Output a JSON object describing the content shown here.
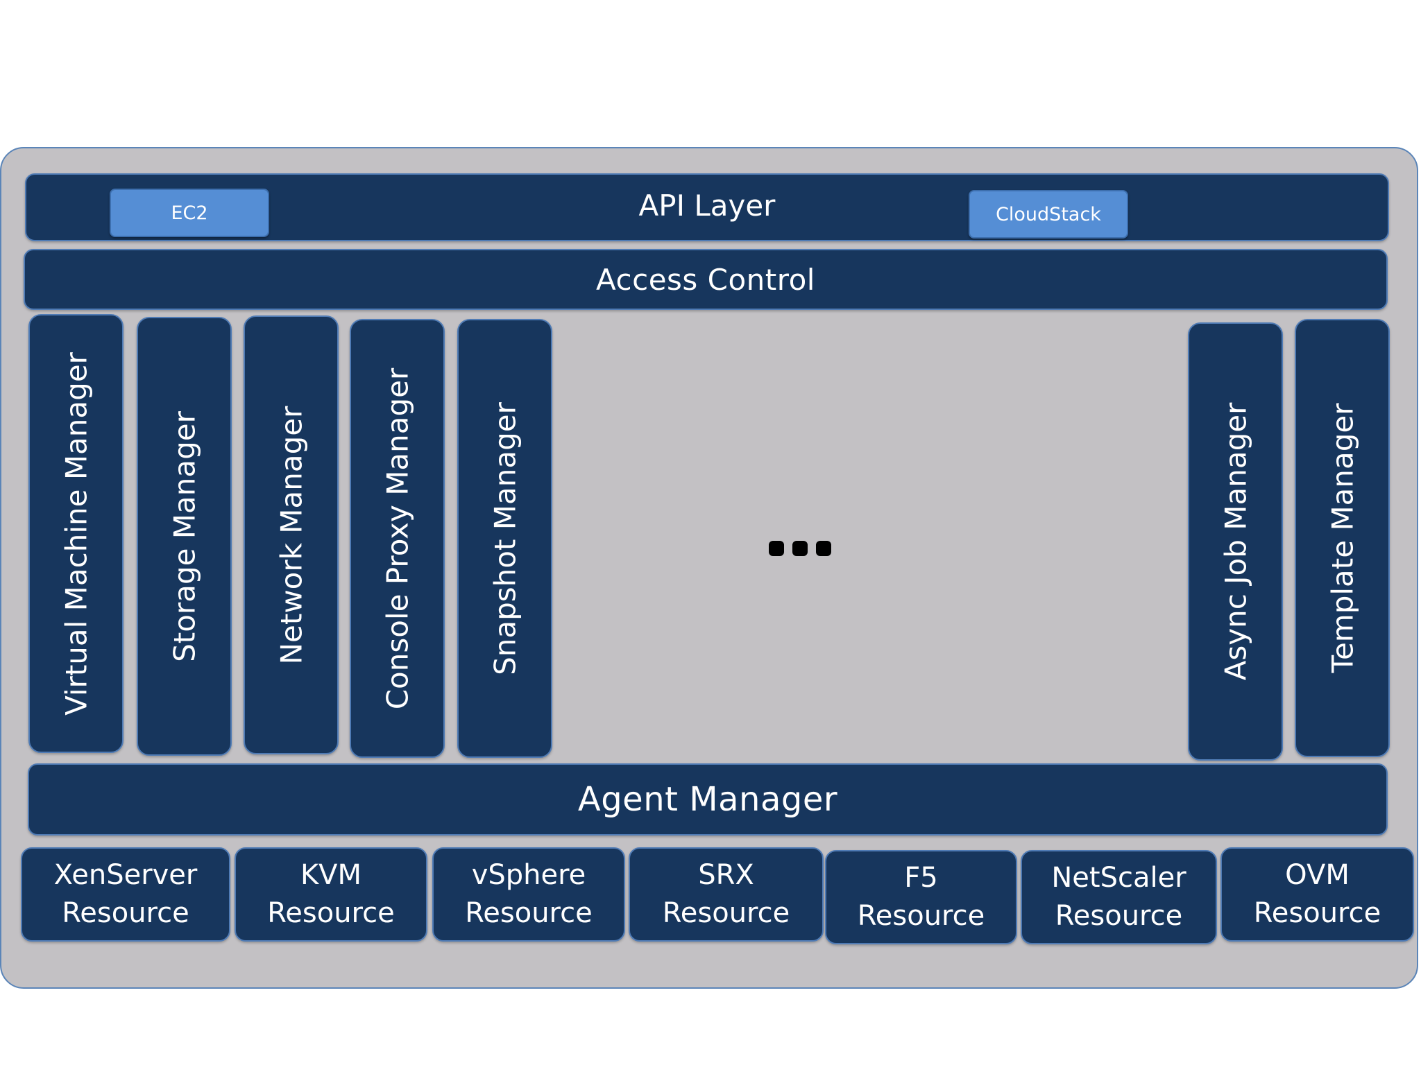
{
  "api_layer": {
    "title": "API Layer",
    "tags": [
      "EC2",
      "CloudStack"
    ]
  },
  "access_control": {
    "title": "Access Control"
  },
  "managers": [
    "Virtual Machine Manager",
    "Storage Manager",
    "Network Manager",
    "Console Proxy Manager",
    "Snapshot Manager",
    "Async Job Manager",
    "Template Manager"
  ],
  "agent_manager": {
    "title": "Agent Manager"
  },
  "resources": [
    {
      "line1": "XenServer",
      "line2": "Resource"
    },
    {
      "line1": "KVM",
      "line2": "Resource"
    },
    {
      "line1": "vSphere",
      "line2": "Resource"
    },
    {
      "line1": "SRX",
      "line2": "Resource"
    },
    {
      "line1": "F5",
      "line2": "Resource"
    },
    {
      "line1": "NetScaler",
      "line2": "Resource"
    },
    {
      "line1": "OVM",
      "line2": "Resource"
    }
  ],
  "colors": {
    "block_fill": "#17365d",
    "block_border": "#4f7bb5",
    "tag_fill": "#558ed5",
    "frame_fill": "#c3c1c4"
  }
}
